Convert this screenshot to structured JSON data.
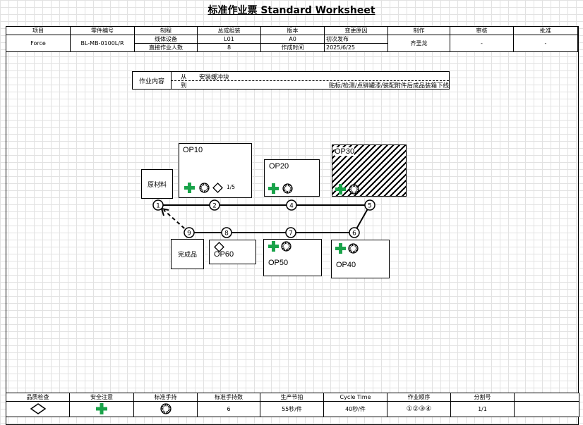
{
  "title": "标准作业票 Standard Worksheet",
  "header": {
    "labels": [
      "项目",
      "零件编号",
      "制程",
      "总成组装",
      "版本",
      "变更原因",
      "制作",
      "审核",
      "批准"
    ],
    "project": "Force",
    "part_no": "BL-MB-0100L/R",
    "line_equipment_label": "线体设备",
    "line_equipment_value": "L01",
    "direct_workers_label": "直接作业人数",
    "direct_workers_value": "8",
    "version_value": "A0",
    "made_time_label": "作成时间",
    "change_reason": "初次发布",
    "date": "2025/6/25",
    "maker": "齐圣龙",
    "reviewer": "-",
    "approver": "-"
  },
  "work_content": {
    "label": "作业内容",
    "from_label": "从",
    "from_value": "安装缓冲块",
    "to_label": "到",
    "to_value": "贴标/检测/点铆罐漆/装配附件后成品装箱下线"
  },
  "stations": {
    "op10": "OP10",
    "op20": "OP20",
    "op30": "OP30",
    "op40": "OP40",
    "op50": "OP50",
    "op60": "OP60",
    "raw": "原材料",
    "finished": "完成品",
    "op10_fraction": "1/5"
  },
  "nodes": [
    "1",
    "2",
    "4",
    "5",
    "6",
    "7",
    "8",
    "9"
  ],
  "footer": {
    "labels": [
      "品质检查",
      "安全注意",
      "标准手持",
      "标准手持数",
      "生产节拍",
      "Cycle Time",
      "作业顺序",
      "分割号"
    ],
    "std_wip_count": "6",
    "takt": "55秒/件",
    "cycle_time": "40秒/件",
    "sequence": "①②③④",
    "split_no": "1/1"
  },
  "colors": {
    "safety_green": "#1aa34a"
  }
}
